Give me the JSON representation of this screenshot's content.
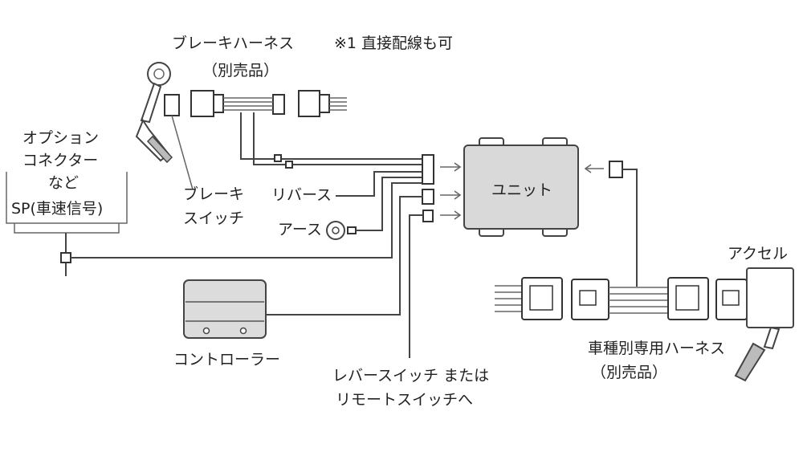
{
  "labels": {
    "brake_harness": "ブレーキハーネス",
    "brake_harness_note": "※1 直接配線も可",
    "brake_harness_sold_separately": "（別売品）",
    "option_connector_line1": "オプション",
    "option_connector_line2": "コネクター",
    "option_connector_line3": "など",
    "sp_signal": "SP(車速信号)",
    "brake_switch_line1": "ブレーキ",
    "brake_switch_line2": "スイッチ",
    "reverse": "リバース",
    "ground": "アース",
    "unit": "ユニット",
    "controller": "コントローラー",
    "lever_switch_line1": "レバースイッチ または",
    "lever_switch_line2": "リモートスイッチへ",
    "accel": "アクセル",
    "vehicle_harness": "車種別専用ハーネス",
    "vehicle_harness_sold_separately": "（別売品）"
  },
  "colors": {
    "unit_fill": "#d9d9d9",
    "controller_fill": "#dcdcdc",
    "line": "#333333",
    "background": "#ffffff"
  }
}
